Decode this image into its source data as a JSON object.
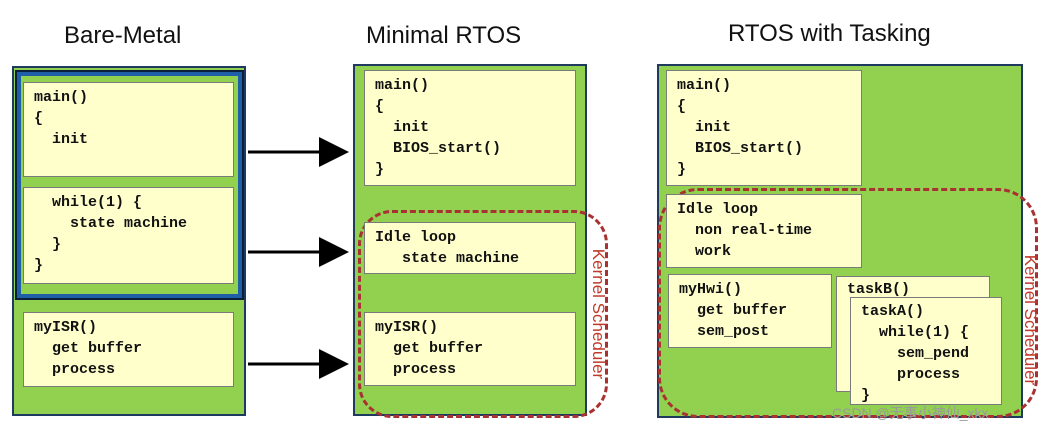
{
  "titles": {
    "bare_metal": "Bare-Metal",
    "minimal_rtos": "Minimal RTOS",
    "rtos_tasking": "RTOS with Tasking"
  },
  "bare_metal": {
    "main_top": "main()\n{\n  init",
    "main_loop": "  while(1) {\n    state machine\n  }\n}",
    "isr": "myISR()\n  get buffer\n  process"
  },
  "minimal_rtos": {
    "main": "main()\n{\n  init\n  BIOS_start()\n}",
    "idle": "Idle loop\n   state machine",
    "isr": "myISR()\n  get buffer\n  process",
    "scheduler_label": "Kernel Scheduler"
  },
  "rtos_tasking": {
    "main": "main()\n{\n  init\n  BIOS_start()\n}",
    "idle": "Idle loop\n  non real-time\n  work",
    "hwi": "myHwi()\n  get buffer\n  sem_post",
    "taskB": "taskB()",
    "taskA": "taskA()\n  while(1) {\n    sem_pend\n    process\n}",
    "scheduler_label": "Kernel Scheduler"
  },
  "watermark": "CSDN @无事小神仙_xkx",
  "colors": {
    "panel": "#92d050",
    "code_box": "#ffffcc",
    "scheduler_dash": "#a83232",
    "frame_blue": "#1f5fa8"
  }
}
